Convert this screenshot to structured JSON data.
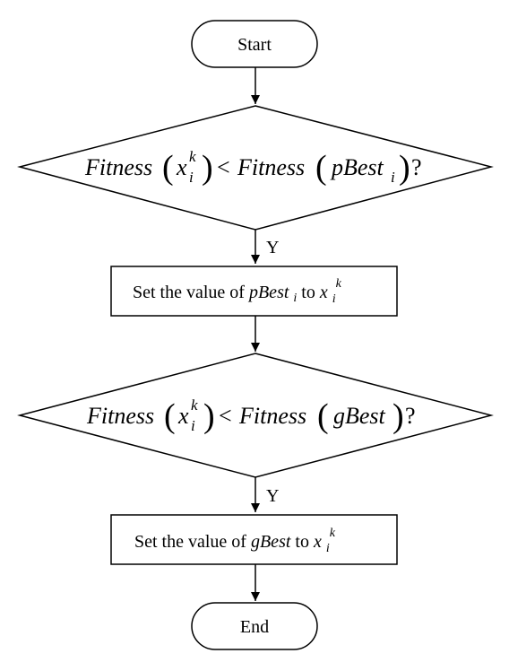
{
  "flowchart": {
    "start": {
      "label": "Start"
    },
    "decision1": {
      "func_left": "Fitness",
      "var_left": "x",
      "sup_left": "k",
      "sub_left": "i",
      "op": "<",
      "func_right": "Fitness",
      "var_right": "pBest",
      "sub_right": "i",
      "qmark": "?"
    },
    "edge1": {
      "label": "Y"
    },
    "process1": {
      "prefix": "Set the value of ",
      "var": "pBest",
      "var_sub": "i",
      "mid": " to ",
      "target": "x",
      "target_sub": "i",
      "target_sup": "k"
    },
    "decision2": {
      "func_left": "Fitness",
      "var_left": "x",
      "sup_left": "k",
      "sub_left": "i",
      "op": "<",
      "func_right": "Fitness",
      "var_right": "gBest",
      "qmark": "?"
    },
    "edge2": {
      "label": "Y"
    },
    "process2": {
      "prefix": "Set the value of ",
      "var": "gBest",
      "mid": " to ",
      "target": "x",
      "target_sub": "i",
      "target_sup": "k"
    },
    "end": {
      "label": "End"
    }
  }
}
